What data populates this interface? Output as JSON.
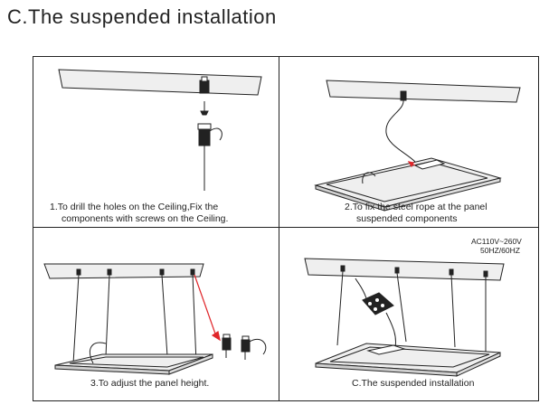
{
  "page": {
    "title": "C.The suspended installation"
  },
  "steps": [
    {
      "line1": "1.To drill the holes on the Ceiling,Fix the",
      "line2": "components with screws on the Ceiling."
    },
    {
      "line1": "2.To fix the steel rope at the panel",
      "line2": "suspended components"
    },
    {
      "line1": "3.To adjust the panel height."
    },
    {
      "line1": "C.The suspended installation"
    }
  ],
  "power_spec": {
    "voltage": "AC110V~260V",
    "frequency": "50HZ/60HZ"
  },
  "colors": {
    "line": "#222222",
    "accent_arrow": "#e0262a",
    "panel_fill": "#eeeeee"
  }
}
